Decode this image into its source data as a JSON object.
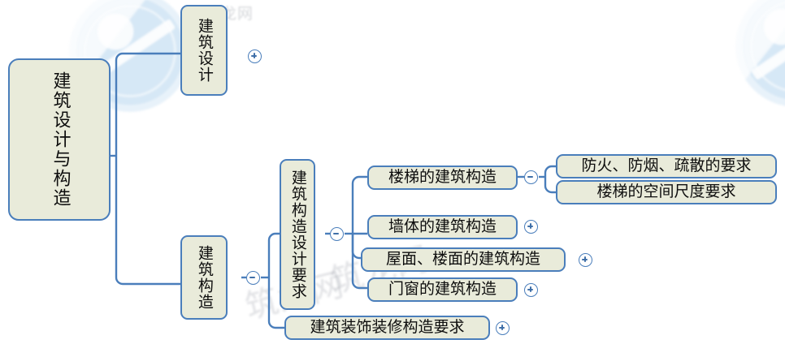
{
  "diagram": {
    "type": "mind-map",
    "title": "建筑设计与构造",
    "colors": {
      "node_fill": "#e9ebda",
      "node_border": "#4a7ebb",
      "connector": "#4a7ebb",
      "text": "#0d0d0d",
      "background": "#ffffff"
    },
    "watermark_text": "筑龙网"
  },
  "nodes": {
    "root": {
      "label": "建筑设计与构造",
      "orientation": "vertical",
      "level": 0
    },
    "jzsj": {
      "label": "建筑设计",
      "orientation": "vertical",
      "level": 1
    },
    "jzgz": {
      "label": "建筑构造",
      "orientation": "vertical",
      "level": 1
    },
    "jzgzsjyq": {
      "label": "建筑构造设计要求",
      "orientation": "vertical",
      "level": 2
    },
    "jzzszxgzyq": {
      "label": "建筑装饰装修构造要求",
      "orientation": "horizontal",
      "level": 2
    },
    "ltdjzgz": {
      "label": "楼梯的建筑构造",
      "orientation": "horizontal",
      "level": 3
    },
    "qtdjzgz": {
      "label": "墙体的建筑构造",
      "orientation": "horizontal",
      "level": 3
    },
    "wmlmdjzgz": {
      "label": "屋面、楼面的建筑构造",
      "orientation": "horizontal",
      "level": 3
    },
    "mcdjzgz": {
      "label": "门窗的建筑构造",
      "orientation": "horizontal",
      "level": 3
    },
    "fhfysdyq": {
      "label": "防火、防烟、疏散的要求",
      "orientation": "horizontal",
      "level": 4
    },
    "ltdkjcdyq": {
      "label": "楼梯的空间尺度要求",
      "orientation": "horizontal",
      "level": 4
    }
  },
  "expanders": {
    "jzsj": {
      "state": "collapsed",
      "glyph": "+",
      "icon": "plus-circle-icon"
    },
    "jzgz": {
      "state": "expanded",
      "glyph": "−",
      "icon": "minus-circle-icon"
    },
    "jzgzsjyq": {
      "state": "expanded",
      "glyph": "−",
      "icon": "minus-circle-icon"
    },
    "ltdjzgz": {
      "state": "expanded",
      "glyph": "−",
      "icon": "minus-circle-icon"
    },
    "qtdjzgz": {
      "state": "collapsed",
      "glyph": "+",
      "icon": "plus-circle-icon"
    },
    "wmlmdjzgz": {
      "state": "collapsed",
      "glyph": "+",
      "icon": "plus-circle-icon"
    },
    "mcdjzgz": {
      "state": "collapsed",
      "glyph": "+",
      "icon": "plus-circle-icon"
    },
    "jzzszxgzyq": {
      "state": "collapsed",
      "glyph": "+",
      "icon": "plus-circle-icon"
    }
  }
}
